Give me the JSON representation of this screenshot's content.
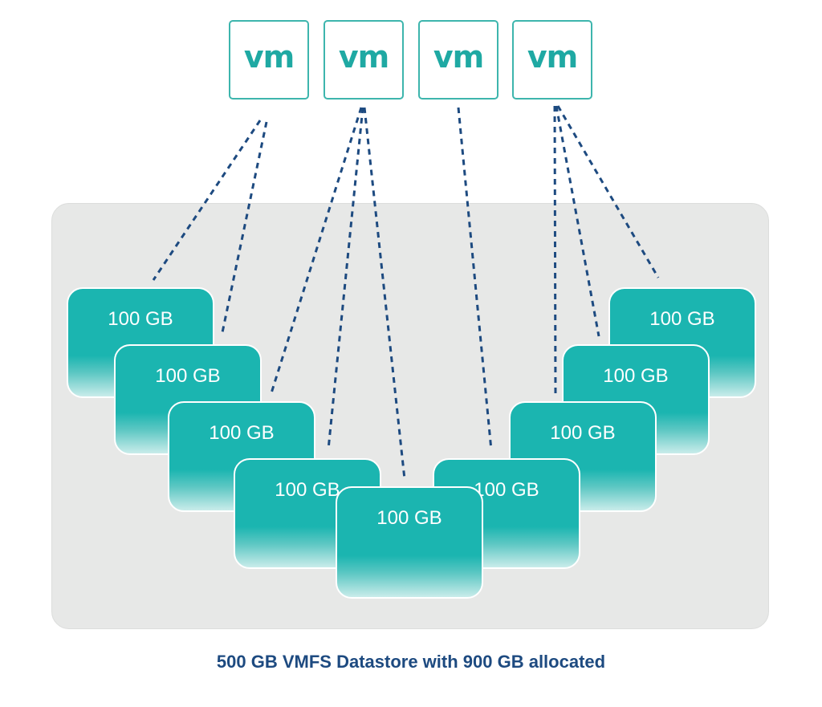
{
  "vms": [
    {
      "label": "vm"
    },
    {
      "label": "vm"
    },
    {
      "label": "vm"
    },
    {
      "label": "vm"
    }
  ],
  "disks": [
    {
      "label": "100 GB",
      "vm": 1
    },
    {
      "label": "100 GB",
      "vm": 1
    },
    {
      "label": "100 GB",
      "vm": 2
    },
    {
      "label": "100 GB",
      "vm": 2
    },
    {
      "label": "100 GB",
      "vm": 2
    },
    {
      "label": "100 GB",
      "vm": 3
    },
    {
      "label": "100 GB",
      "vm": 4
    },
    {
      "label": "100 GB",
      "vm": 4
    },
    {
      "label": "100 GB",
      "vm": 4
    }
  ],
  "caption": "500 GB VMFS Datastore with 900 GB allocated",
  "colors": {
    "vm_text": "#1fa9a3",
    "disk": "#1bb5b0",
    "link": "#1d4a80",
    "caption": "#1d4a80"
  }
}
